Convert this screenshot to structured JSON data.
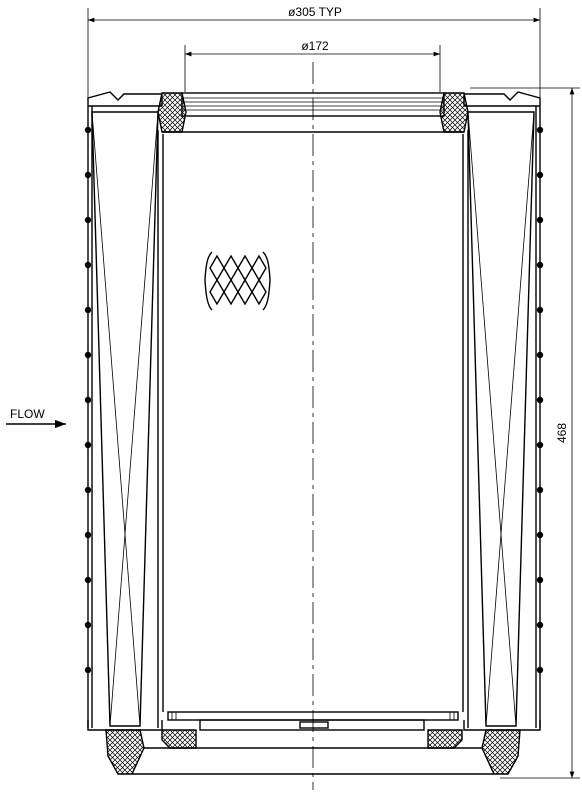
{
  "drawing": {
    "outer_diameter_label": "ø305  TYP",
    "inner_diameter_label": "ø172",
    "height_label": "468",
    "flow_label": "FLOW"
  }
}
